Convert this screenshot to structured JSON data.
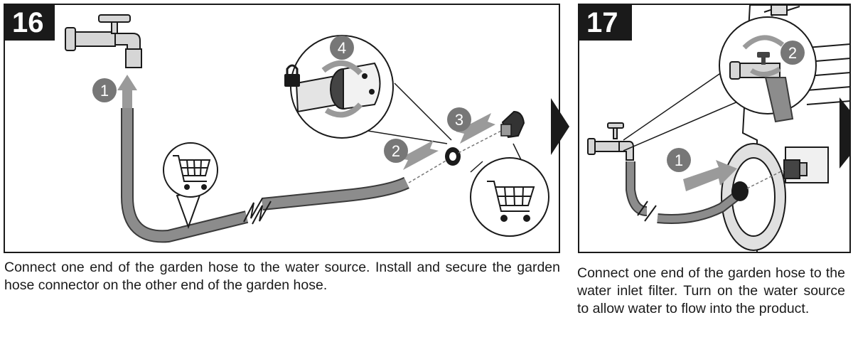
{
  "steps": [
    {
      "number": "16",
      "callouts": [
        "1",
        "2",
        "3",
        "4"
      ],
      "icons": [
        "faucet-icon",
        "garden-hose",
        "shopping-cart-icon",
        "shopping-cart-icon",
        "hose-connector",
        "lock-icon",
        "rotate-arrow-icon",
        "push-arrow-icon"
      ],
      "caption": "Connect one end of the garden hose to the water source. Install and secure the garden hose connector on the other end of the garden hose."
    },
    {
      "number": "17",
      "callouts": [
        "1",
        "2"
      ],
      "icons": [
        "faucet-icon",
        "rotate-arrow-icon",
        "pressure-washer",
        "water-inlet-filter",
        "push-arrow-icon"
      ],
      "caption": "Connect one end of the garden hose to the water inlet filter. Turn on the water source to allow water to flow into the product."
    }
  ],
  "colors": {
    "border": "#1a1a1a",
    "hose": "#8c8c8c",
    "hose_outline": "#3a3a3a",
    "callout": "#777777",
    "arrow": "#999999"
  }
}
